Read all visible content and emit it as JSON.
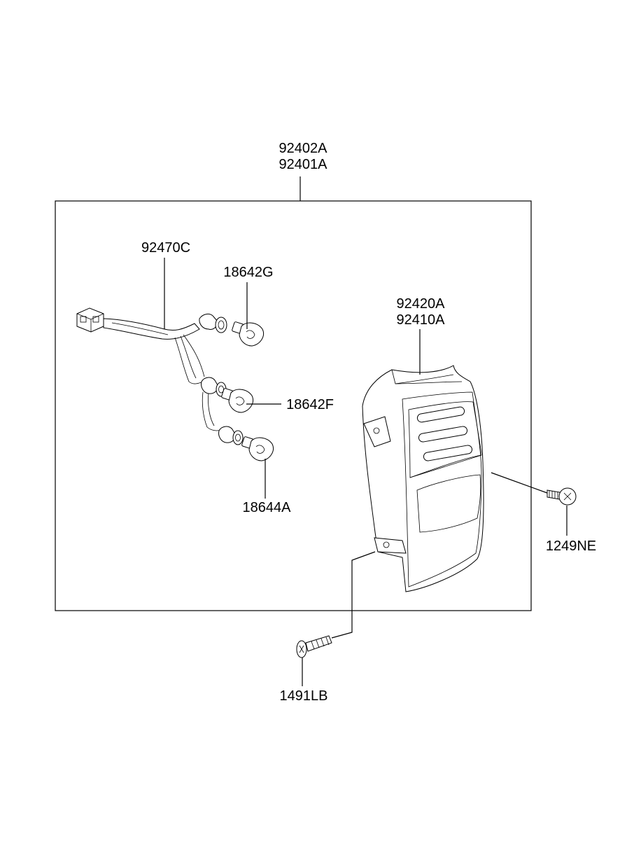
{
  "assembly": {
    "part_a": "92402A",
    "part_b": "92401A"
  },
  "wiring_harness": {
    "part": "92470C"
  },
  "bulb_top": {
    "part": "18642G"
  },
  "bulb_middle": {
    "part": "18642F"
  },
  "bulb_bottom": {
    "part": "18644A"
  },
  "lamp_housing": {
    "part_a": "92420A",
    "part_b": "92410A"
  },
  "side_screw": {
    "part": "1249NE"
  },
  "bottom_screw": {
    "part": "1491LB"
  }
}
